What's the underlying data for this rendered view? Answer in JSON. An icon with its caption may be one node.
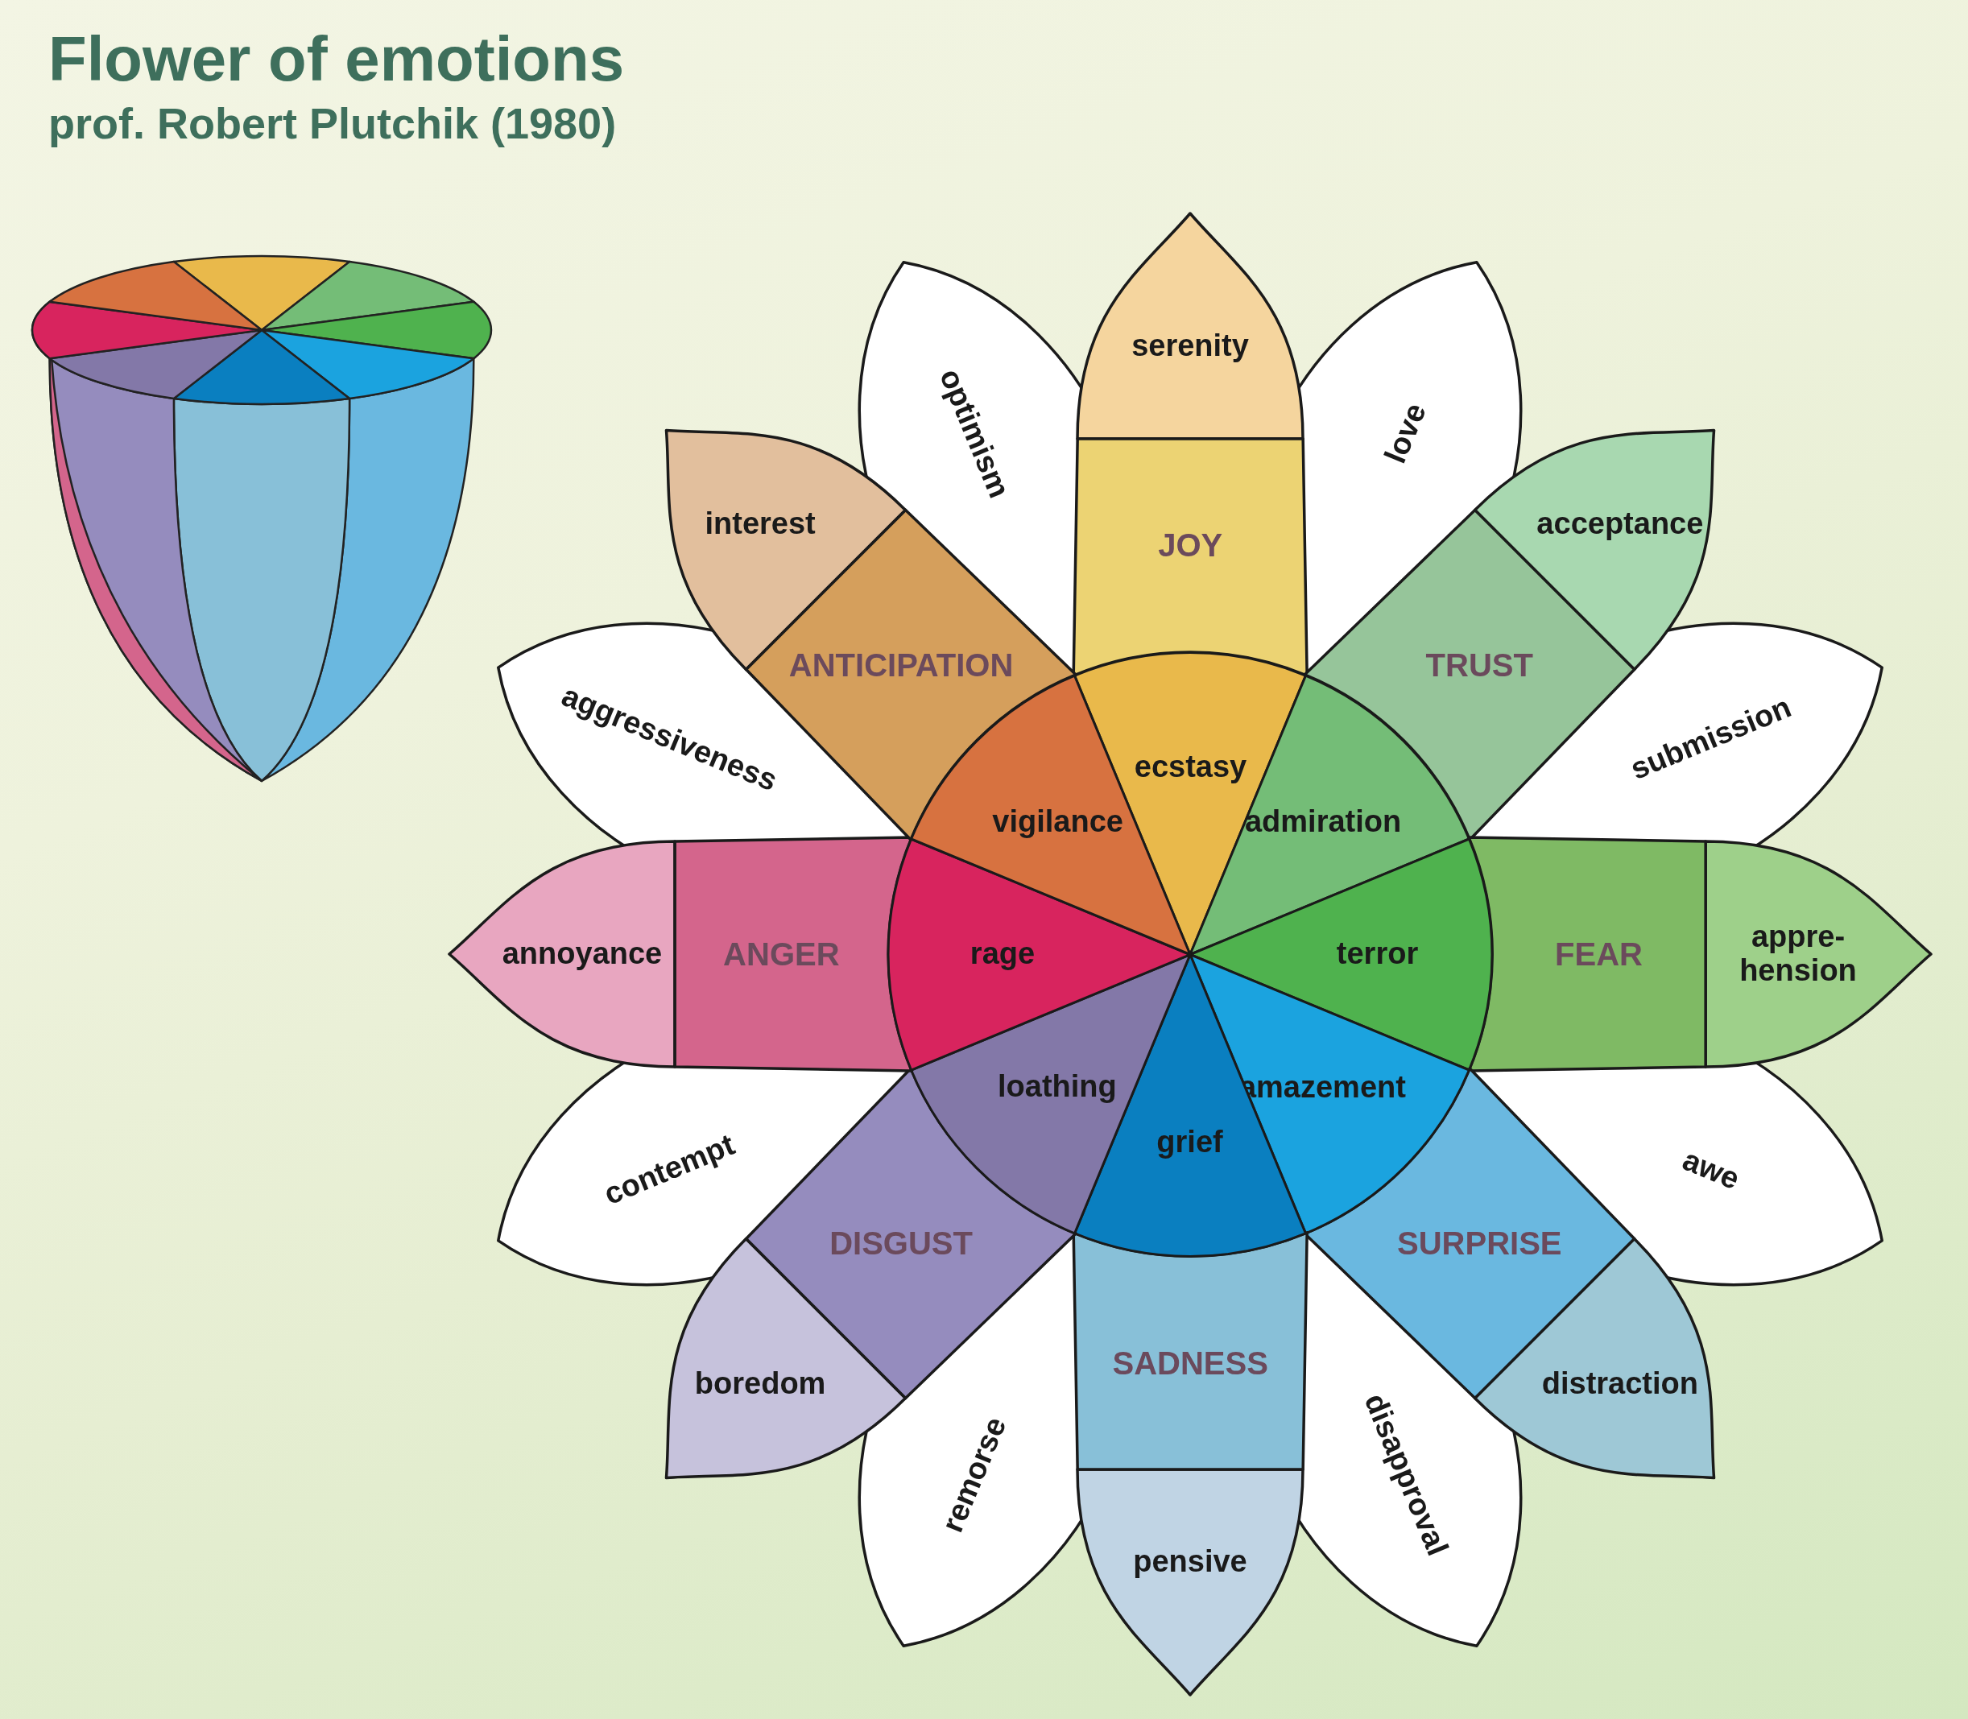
{
  "diagram": {
    "title": "Flower of emotions",
    "caption": "prof. Robert Plutchik (1980)",
    "nodes": [
      {
        "text": [
          "serenity"
        ]
      },
      {
        "text": [
          "JOY"
        ]
      },
      {
        "text": [
          "ecstasy"
        ]
      },
      {
        "text": [
          "love"
        ]
      },
      {
        "text": [
          "acceptance"
        ]
      },
      {
        "text": [
          "TRUST"
        ]
      },
      {
        "text": [
          "admiration"
        ]
      },
      {
        "text": [
          "submission"
        ]
      },
      {
        "text": [
          "appre- hension"
        ]
      },
      {
        "text": [
          "FEAR"
        ]
      },
      {
        "text": [
          "terror"
        ]
      },
      {
        "text": [
          "awe"
        ]
      },
      {
        "text": [
          "distraction"
        ]
      },
      {
        "text": [
          "SURPRISE"
        ]
      },
      {
        "text": [
          "amazement"
        ]
      },
      {
        "text": [
          "disapproval"
        ]
      },
      {
        "text": [
          "pensive"
        ]
      },
      {
        "text": [
          "SADNESS"
        ]
      },
      {
        "text": [
          "grief"
        ]
      },
      {
        "text": [
          "remorse"
        ]
      },
      {
        "text": [
          "boredom"
        ]
      },
      {
        "text": [
          "DISGUST"
        ]
      },
      {
        "text": [
          "loathing"
        ]
      },
      {
        "text": [
          "contempt"
        ]
      },
      {
        "text": [
          "annoyance"
        ]
      },
      {
        "text": [
          "ANGER"
        ]
      },
      {
        "text": [
          "rage"
        ]
      },
      {
        "text": [
          "aggressiveness"
        ]
      },
      {
        "text": [
          "interest"
        ]
      },
      {
        "text": [
          "ANTICIPATION"
        ]
      },
      {
        "text": [
          "vigilance"
        ]
      },
      {
        "text": [
          "optimism"
        ]
      }
    ]
  }
}
